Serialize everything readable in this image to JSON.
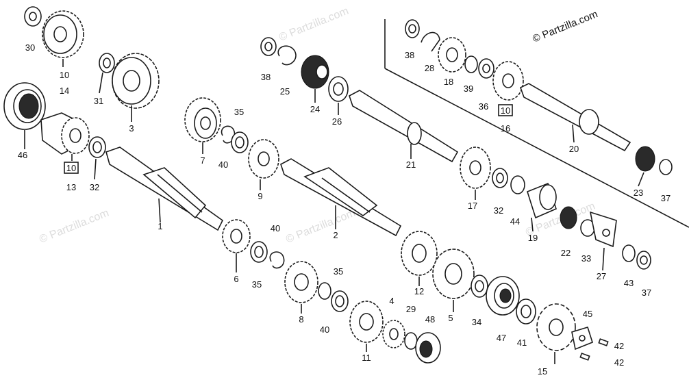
{
  "copyright": "© Partzilla.com",
  "watermark": "© Partzilla.com",
  "callouts": [
    "30",
    "10",
    "14",
    "31",
    "3",
    "46",
    "10",
    "13",
    "32",
    "1",
    "38",
    "25",
    "24",
    "26",
    "7",
    "40",
    "35",
    "9",
    "2",
    "21",
    "6",
    "35",
    "40",
    "8",
    "40",
    "35",
    "11",
    "4",
    "29",
    "48",
    "12",
    "5",
    "34",
    "47",
    "41",
    "15",
    "45",
    "42",
    "42",
    "38",
    "28",
    "18",
    "39",
    "36",
    "10",
    "16",
    "20",
    "17",
    "32",
    "44",
    "19",
    "22",
    "33",
    "27",
    "23",
    "37",
    "43",
    "37"
  ],
  "colors": {
    "ink": "#1a1a1a",
    "watermark": "#dcdcdc",
    "background": "#ffffff"
  }
}
